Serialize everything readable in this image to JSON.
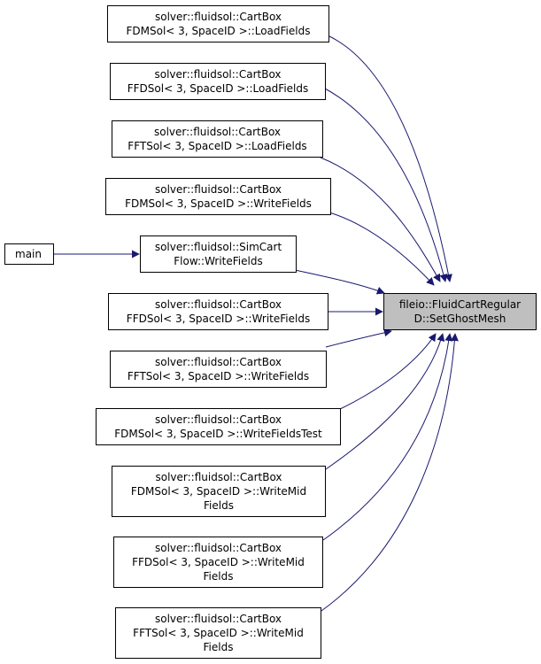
{
  "colors": {
    "edge": "#191970",
    "border": "#000000",
    "target_fill": "#bfbfbf",
    "node_fill": "#ffffff"
  },
  "nodes": {
    "main": {
      "lines": [
        "main"
      ]
    },
    "simcart": {
      "lines": [
        "solver::fluidsol::SimCart",
        "Flow::WriteFields"
      ]
    },
    "fdm_load": {
      "lines": [
        "solver::fluidsol::CartBox",
        "FDMSol< 3, SpaceID >::LoadFields"
      ]
    },
    "ffd_load": {
      "lines": [
        "solver::fluidsol::CartBox",
        "FFDSol< 3, SpaceID >::LoadFields"
      ]
    },
    "fft_load": {
      "lines": [
        "solver::fluidsol::CartBox",
        "FFTSol< 3, SpaceID >::LoadFields"
      ]
    },
    "fdm_write": {
      "lines": [
        "solver::fluidsol::CartBox",
        "FDMSol< 3, SpaceID >::WriteFields"
      ]
    },
    "ffd_write": {
      "lines": [
        "solver::fluidsol::CartBox",
        "FFDSol< 3, SpaceID >::WriteFields"
      ]
    },
    "fft_write": {
      "lines": [
        "solver::fluidsol::CartBox",
        "FFTSol< 3, SpaceID >::WriteFields"
      ]
    },
    "fdm_test": {
      "lines": [
        "solver::fluidsol::CartBox",
        "FDMSol< 3, SpaceID >::WriteFieldsTest"
      ]
    },
    "fdm_mid": {
      "lines": [
        "solver::fluidsol::CartBox",
        "FDMSol< 3, SpaceID >::WriteMid",
        "Fields"
      ]
    },
    "ffd_mid": {
      "lines": [
        "solver::fluidsol::CartBox",
        "FFDSol< 3, SpaceID >::WriteMid",
        "Fields"
      ]
    },
    "fft_mid": {
      "lines": [
        "solver::fluidsol::CartBox",
        "FFTSol< 3, SpaceID >::WriteMid",
        "Fields"
      ]
    },
    "target": {
      "lines": [
        "fileio::FluidCartRegular",
        "D::SetGhostMesh"
      ]
    }
  },
  "edges": [
    [
      "fdm_load",
      "target"
    ],
    [
      "ffd_load",
      "target"
    ],
    [
      "fft_load",
      "target"
    ],
    [
      "fdm_write",
      "target"
    ],
    [
      "simcart",
      "target"
    ],
    [
      "ffd_write",
      "target"
    ],
    [
      "fft_write",
      "target"
    ],
    [
      "fdm_test",
      "target"
    ],
    [
      "fdm_mid",
      "target"
    ],
    [
      "ffd_mid",
      "target"
    ],
    [
      "fft_mid",
      "target"
    ],
    [
      "main",
      "simcart"
    ]
  ]
}
